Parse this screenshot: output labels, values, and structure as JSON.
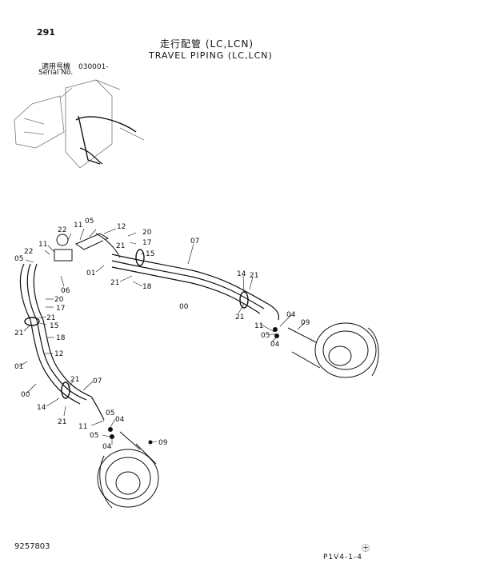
{
  "header": {
    "page_number": "291",
    "title_jp": "走行配管 (LC,LCN)",
    "title_en": "TRAVEL PIPING (LC,LCN)",
    "serial_label_jp": "適用号機",
    "serial_label_en": "Serial No.",
    "serial_value": "030001-"
  },
  "footer": {
    "doc_number": "9257803",
    "page_code": "P1V4-1-4",
    "note_mark": "㊉"
  },
  "callouts": [
    {
      "id": "c22a",
      "text": "22"
    },
    {
      "id": "c11a",
      "text": "11"
    },
    {
      "id": "c05a",
      "text": "05"
    },
    {
      "id": "c12a",
      "text": "12"
    },
    {
      "id": "c20a",
      "text": "20"
    },
    {
      "id": "c21a",
      "text": "21"
    },
    {
      "id": "c17a",
      "text": "17"
    },
    {
      "id": "c15a",
      "text": "15"
    },
    {
      "id": "c07a",
      "text": "07"
    },
    {
      "id": "c11b",
      "text": "11"
    },
    {
      "id": "c22b",
      "text": "22"
    },
    {
      "id": "c05b",
      "text": "05"
    },
    {
      "id": "c01a",
      "text": "01"
    },
    {
      "id": "c21b",
      "text": "21"
    },
    {
      "id": "c18a",
      "text": "18"
    },
    {
      "id": "c06a",
      "text": "06"
    },
    {
      "id": "c14a",
      "text": "14"
    },
    {
      "id": "c21c",
      "text": "21"
    },
    {
      "id": "c00a",
      "text": "00"
    },
    {
      "id": "c21d",
      "text": "21"
    },
    {
      "id": "c04a",
      "text": "04"
    },
    {
      "id": "c09a",
      "text": "09"
    },
    {
      "id": "c11c",
      "text": "11"
    },
    {
      "id": "c05c",
      "text": "05"
    },
    {
      "id": "c04b",
      "text": "04"
    },
    {
      "id": "c20b",
      "text": "20"
    },
    {
      "id": "c17b",
      "text": "17"
    },
    {
      "id": "c21e",
      "text": "21"
    },
    {
      "id": "c15b",
      "text": "15"
    },
    {
      "id": "c21f",
      "text": "21"
    },
    {
      "id": "c18b",
      "text": "18"
    },
    {
      "id": "c12b",
      "text": "12"
    },
    {
      "id": "c01b",
      "text": "01"
    },
    {
      "id": "c00b",
      "text": "00"
    },
    {
      "id": "c21g",
      "text": "21"
    },
    {
      "id": "c07b",
      "text": "07"
    },
    {
      "id": "c14b",
      "text": "14"
    },
    {
      "id": "c21h",
      "text": "21"
    },
    {
      "id": "c11d",
      "text": "11"
    },
    {
      "id": "c05d",
      "text": "05"
    },
    {
      "id": "c04c",
      "text": "04"
    },
    {
      "id": "c05e",
      "text": "05"
    },
    {
      "id": "c09b",
      "text": "09"
    },
    {
      "id": "c04d",
      "text": "04"
    }
  ]
}
